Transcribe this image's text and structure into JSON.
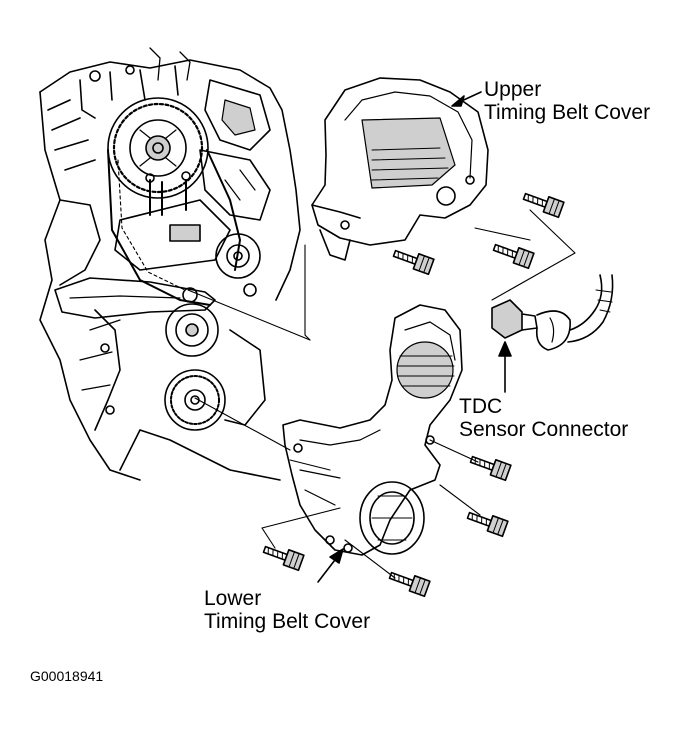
{
  "labels": {
    "upper_line1": "Upper",
    "upper_line2": "Timing Belt Cover",
    "tdc_line1": "TDC",
    "tdc_line2": "Sensor Connector",
    "lower_line1": "Lower",
    "lower_line2": "Timing Belt Cover"
  },
  "figure_id": "G00018941",
  "colors": {
    "ink": "#000000",
    "paper": "#ffffff",
    "shade": "#cfcfcf"
  }
}
